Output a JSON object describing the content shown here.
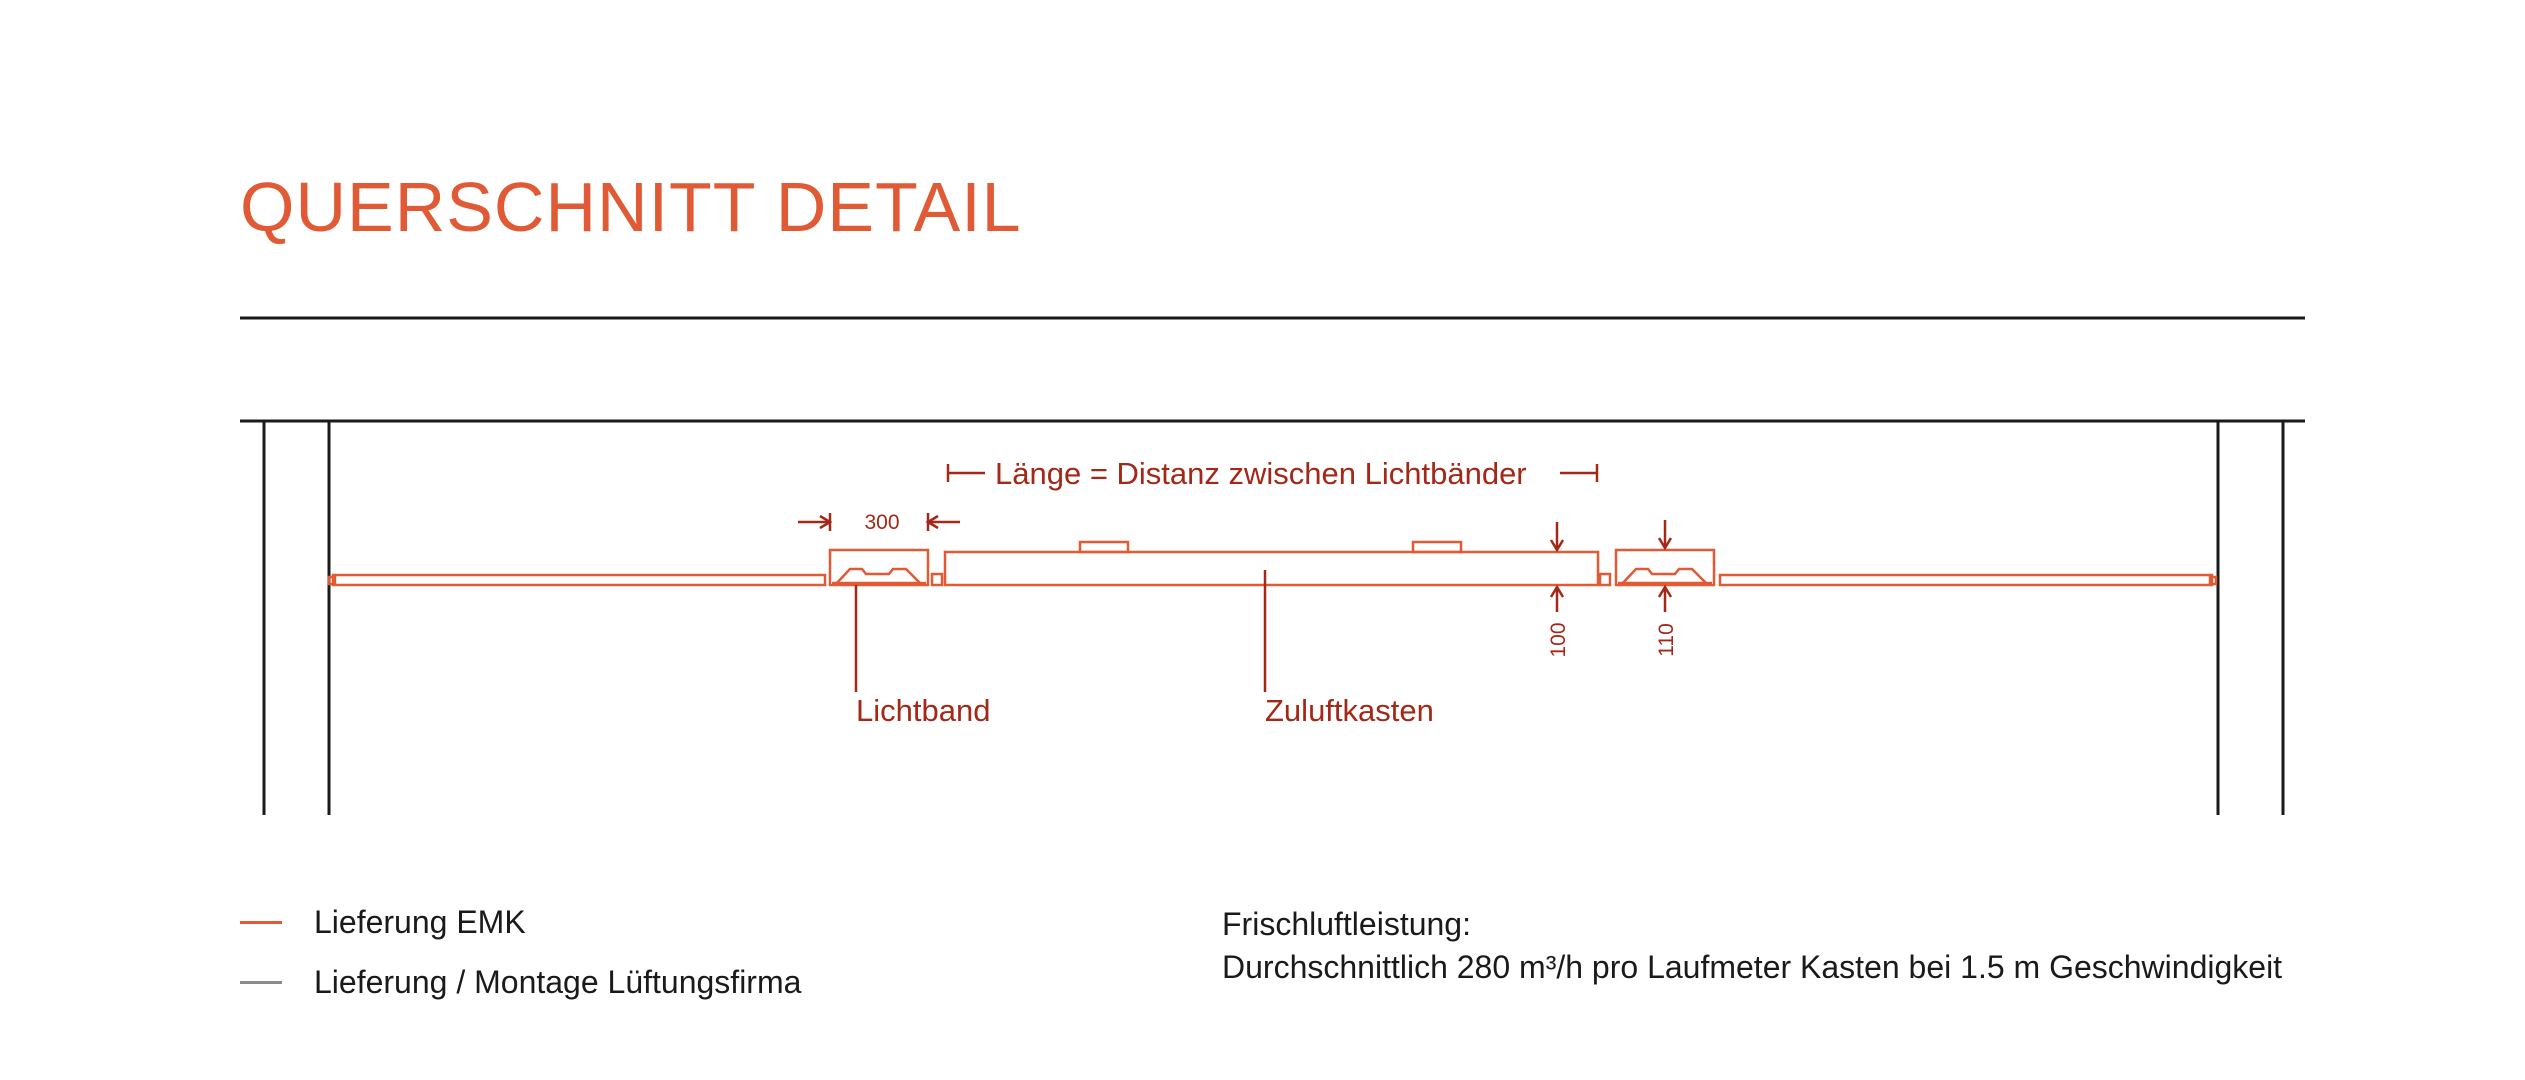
{
  "title": "QUERSCHNITT DETAIL",
  "colors": {
    "accent": "#e05a35",
    "annotation": "#a32818",
    "structure": "#1a1a1a",
    "ventilation": "#8c8c8c"
  },
  "diagram": {
    "length_label": "Länge = Distanz zwischen Lichtbänder",
    "dim_width": "300",
    "dim_height_box": "100",
    "dim_height_light": "110",
    "label_lichtband": "Lichtband",
    "label_zuluftkasten": "Zuluftkasten"
  },
  "legend": {
    "items": [
      {
        "label": "Lieferung EMK",
        "color": "#e05a35"
      },
      {
        "label": "Lieferung / Montage Lüftungsfirma",
        "color": "#8c8c8c"
      }
    ]
  },
  "info": {
    "heading": "Frischluftleistung:",
    "text": "Durchschnittlich 280 m³/h pro Laufmeter Kasten bei 1.5 m Geschwindigkeit"
  }
}
